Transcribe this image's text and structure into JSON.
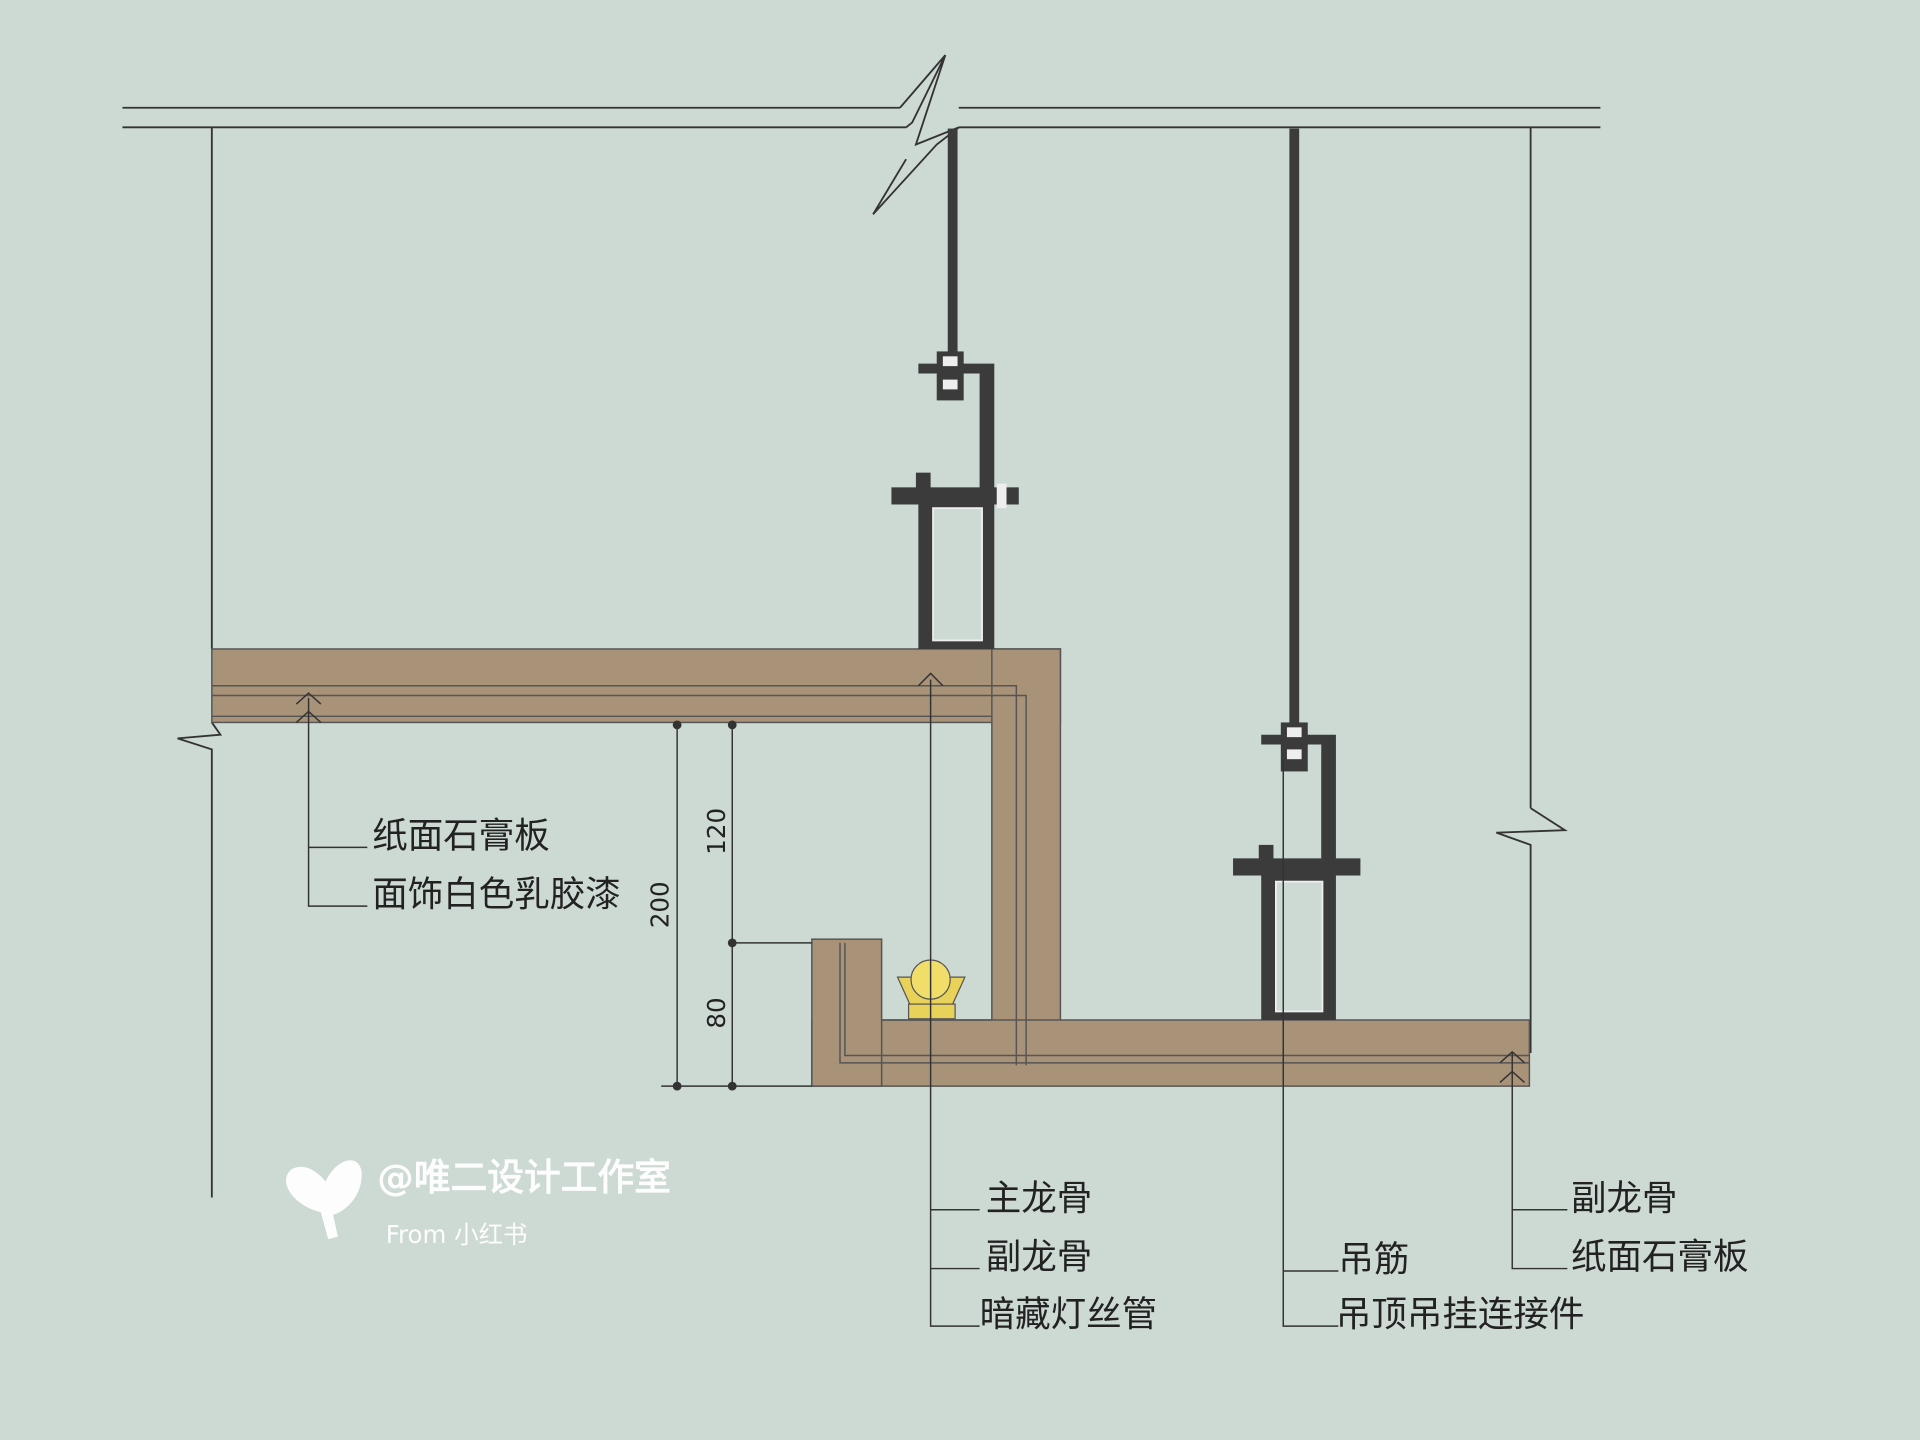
{
  "labels": {
    "left_1": "纸面石膏板",
    "left_2": "面饰白色乳胶漆",
    "mid_1": "主龙骨",
    "mid_2": "副龙骨",
    "mid_3": "暗藏灯丝管",
    "hang_1": "吊筋",
    "hang_2": "吊顶吊挂连接件",
    "right_1": "副龙骨",
    "right_2": "纸面石膏板"
  },
  "dimensions": {
    "upper": "120",
    "total": "200",
    "lower": "80"
  },
  "watermark": {
    "handle": "@唯二设计工作室",
    "source": "From 小红书"
  },
  "colors": {
    "background": "#cdd9d3",
    "board": "#a89278",
    "steel": "#3b3b3b",
    "lamp": "#e9d25a"
  }
}
